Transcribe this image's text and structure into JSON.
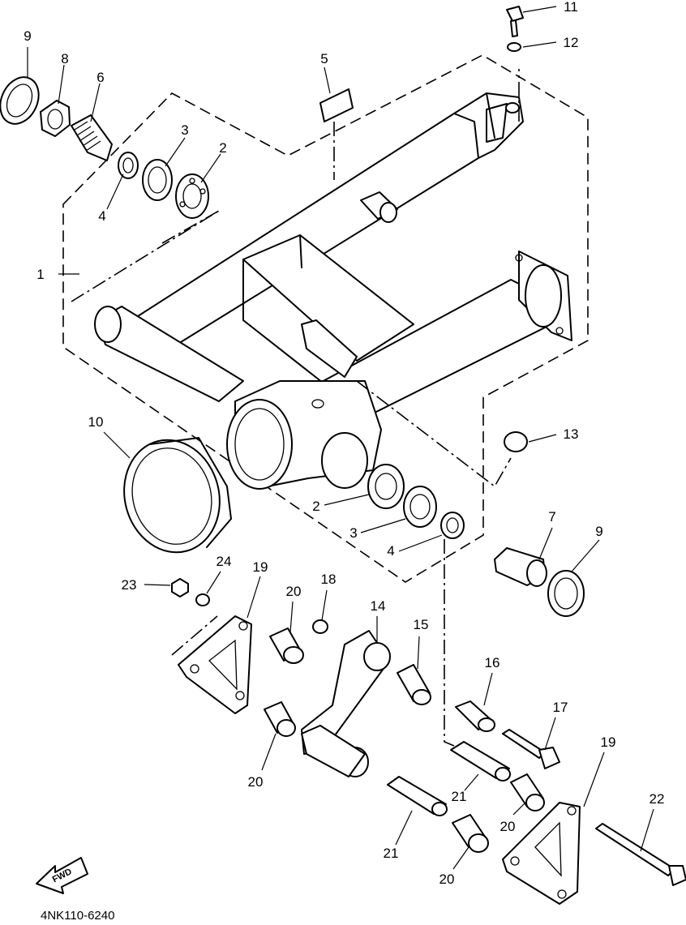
{
  "diagram": {
    "code": "4NK110-6240",
    "fwd_label": "FWD",
    "callouts": {
      "c1": "1",
      "c2a": "2",
      "c2b": "2",
      "c3a": "3",
      "c3b": "3",
      "c4a": "4",
      "c4b": "4",
      "c5": "5",
      "c6": "6",
      "c7": "7",
      "c8": "8",
      "c9a": "9",
      "c9b": "9",
      "c10": "10",
      "c11": "11",
      "c12": "12",
      "c13": "13",
      "c14": "14",
      "c15": "15",
      "c16": "16",
      "c17": "17",
      "c18": "18",
      "c19a": "19",
      "c19b": "19",
      "c20a": "20",
      "c20b": "20",
      "c20c": "20",
      "c20d": "20",
      "c21a": "21",
      "c21b": "21",
      "c22": "22",
      "c23": "23",
      "c24": "24"
    }
  }
}
